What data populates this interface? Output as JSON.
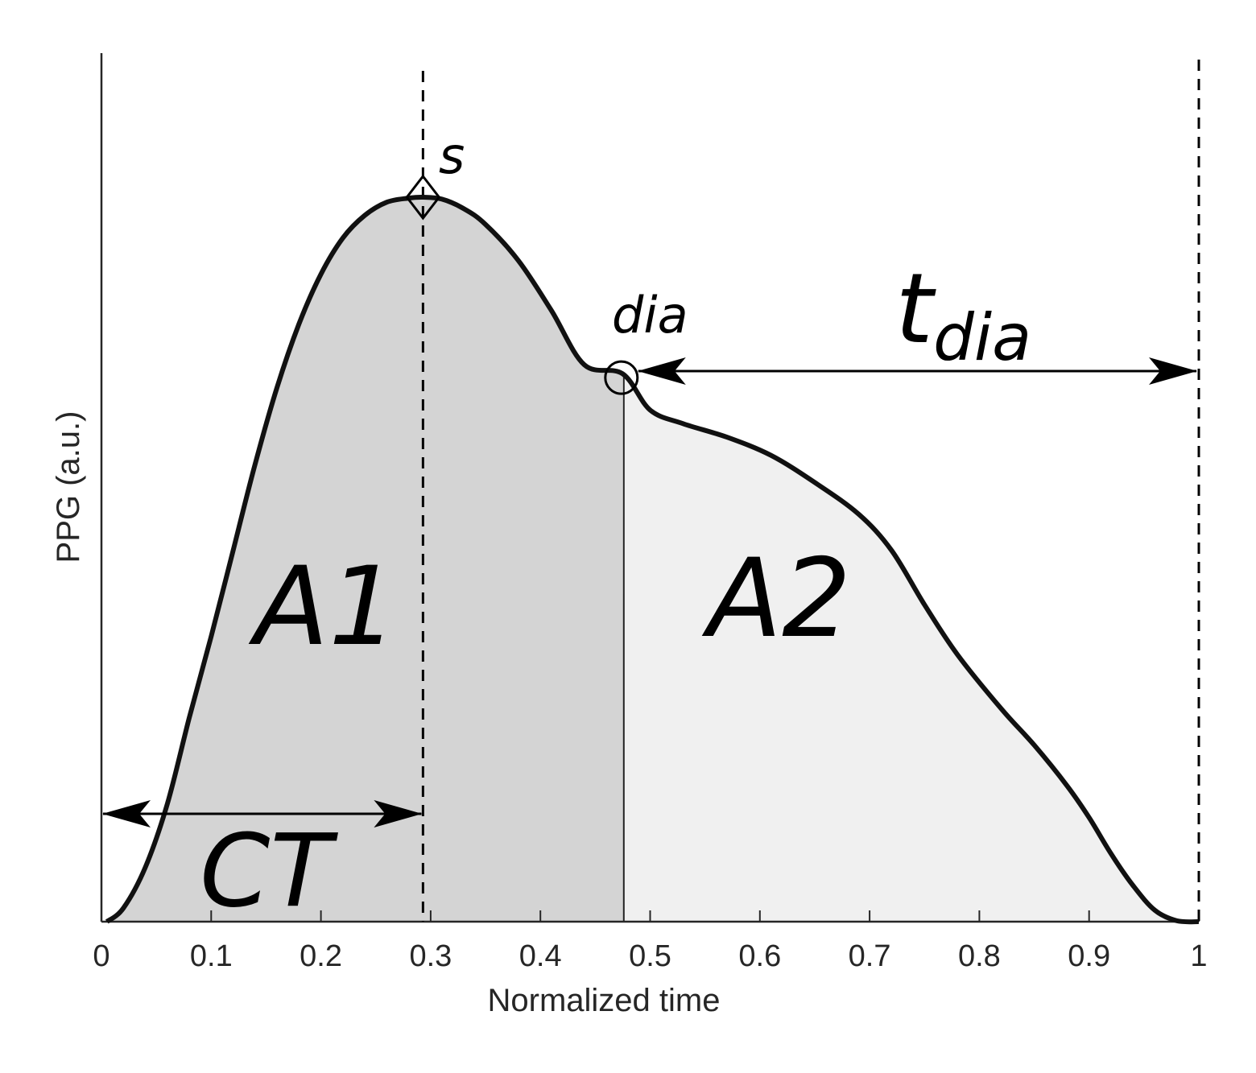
{
  "chart_data": {
    "type": "area",
    "title": "",
    "xlabel": "Normalized time",
    "ylabel": "PPG (a.u.)",
    "xlim": [
      0,
      1
    ],
    "ylim": [
      0,
      1.2
    ],
    "xticks": [
      {
        "value": 0,
        "label": "0"
      },
      {
        "value": 0.1,
        "label": "0.1"
      },
      {
        "value": 0.2,
        "label": "0.2"
      },
      {
        "value": 0.3,
        "label": "0.3"
      },
      {
        "value": 0.4,
        "label": "0.4"
      },
      {
        "value": 0.5,
        "label": "0.5"
      },
      {
        "value": 0.6,
        "label": "0.6"
      },
      {
        "value": 0.7,
        "label": "0.7"
      },
      {
        "value": 0.8,
        "label": "0.8"
      },
      {
        "value": 0.9,
        "label": "0.9"
      },
      {
        "value": 1,
        "label": "1"
      }
    ],
    "grid": false,
    "series": [
      {
        "x": [
          0.005,
          0.02,
          0.04,
          0.06,
          0.08,
          0.1,
          0.12,
          0.14,
          0.16,
          0.18,
          0.2,
          0.22,
          0.24,
          0.26,
          0.28,
          0.293,
          0.31,
          0.33,
          0.35,
          0.38,
          0.41,
          0.44,
          0.475,
          0.5,
          0.53,
          0.57,
          0.61,
          0.65,
          0.69,
          0.72,
          0.75,
          0.78,
          0.82,
          0.85,
          0.88,
          0.9,
          0.92,
          0.94,
          0.96,
          0.98,
          1.0
        ],
        "y": [
          0.0,
          0.03,
          0.12,
          0.26,
          0.45,
          0.63,
          0.82,
          1.01,
          1.18,
          1.32,
          1.43,
          1.51,
          1.56,
          1.589,
          1.598,
          1.6,
          1.596,
          1.575,
          1.54,
          1.46,
          1.35,
          1.23,
          1.21,
          1.13,
          1.1,
          1.07,
          1.03,
          0.97,
          0.9,
          0.82,
          0.7,
          0.59,
          0.47,
          0.39,
          0.3,
          0.23,
          0.15,
          0.08,
          0.025,
          0.002,
          0.0
        ]
      }
    ],
    "regions": [
      {
        "label": "A1",
        "x_from": 0,
        "x_to": 0.476,
        "fill": "#d4d4d4"
      },
      {
        "label": "A2",
        "x_from": 0.476,
        "x_to": 1,
        "fill": "#f0f0f0"
      }
    ],
    "markers": [
      {
        "label": "s",
        "shape": "diamond",
        "x": 0.293
      },
      {
        "label": "dia",
        "shape": "circle",
        "x": 0.476
      }
    ],
    "reference_lines": [
      {
        "x": 0.293,
        "style": "dashed"
      },
      {
        "x": 1,
        "style": "dashed"
      }
    ],
    "annotations": [
      {
        "label": "CT",
        "from": 0,
        "to": 0.293
      },
      {
        "label_main": "t",
        "label_sub": "dia",
        "from": 0.476,
        "to": 1
      }
    ]
  }
}
